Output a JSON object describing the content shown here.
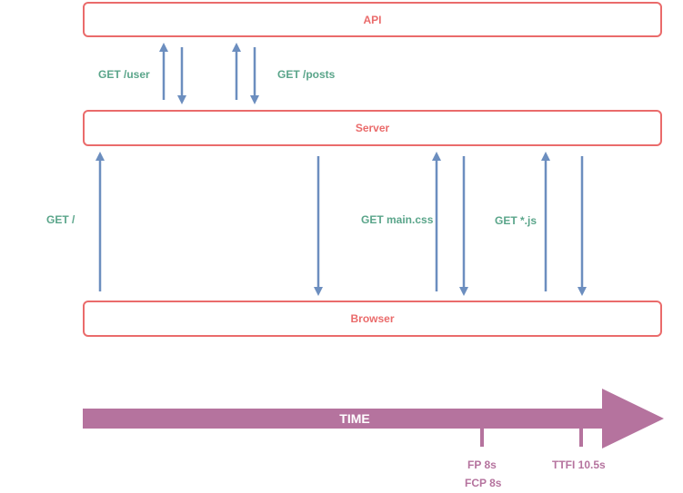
{
  "boxes": {
    "api": "API",
    "server": "Server",
    "browser": "Browser"
  },
  "requests": {
    "get_user": "GET /user",
    "get_posts": "GET /posts",
    "get_root": "GET /",
    "get_main_css": "GET main.css",
    "get_js": "GET *.js"
  },
  "timeline": {
    "label": "TIME",
    "fp": "FP 8s",
    "fcp": "FCP 8s",
    "ttfi": "TTFI 10.5s"
  },
  "colors": {
    "box_border": "#ea6b6b",
    "arrow": "#6c8ebf",
    "request_label": "#5aa58a",
    "timeline": "#b5739e"
  }
}
